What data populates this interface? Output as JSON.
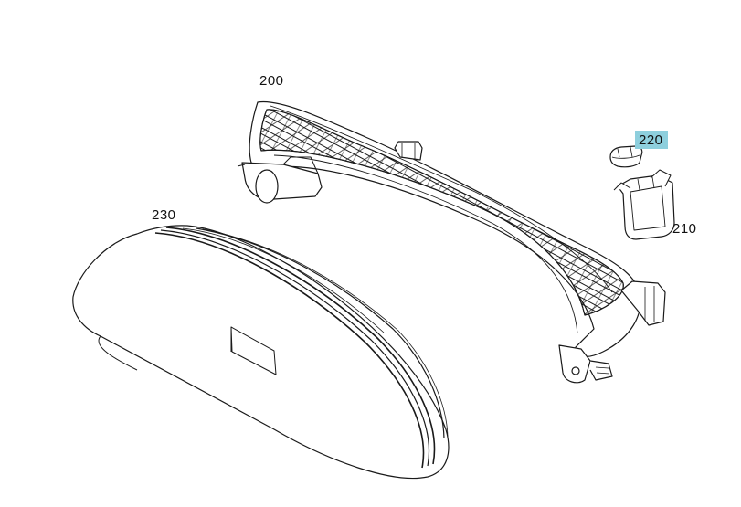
{
  "colors": {
    "background": "#ffffff",
    "line": "#1a1a1a",
    "highlight": "#8ecfdd"
  },
  "parts": [
    {
      "id": "200",
      "label": "200",
      "highlighted": false
    },
    {
      "id": "210",
      "label": "210",
      "highlighted": false
    },
    {
      "id": "220",
      "label": "220",
      "highlighted": true
    },
    {
      "id": "230",
      "label": "230",
      "highlighted": false
    }
  ]
}
